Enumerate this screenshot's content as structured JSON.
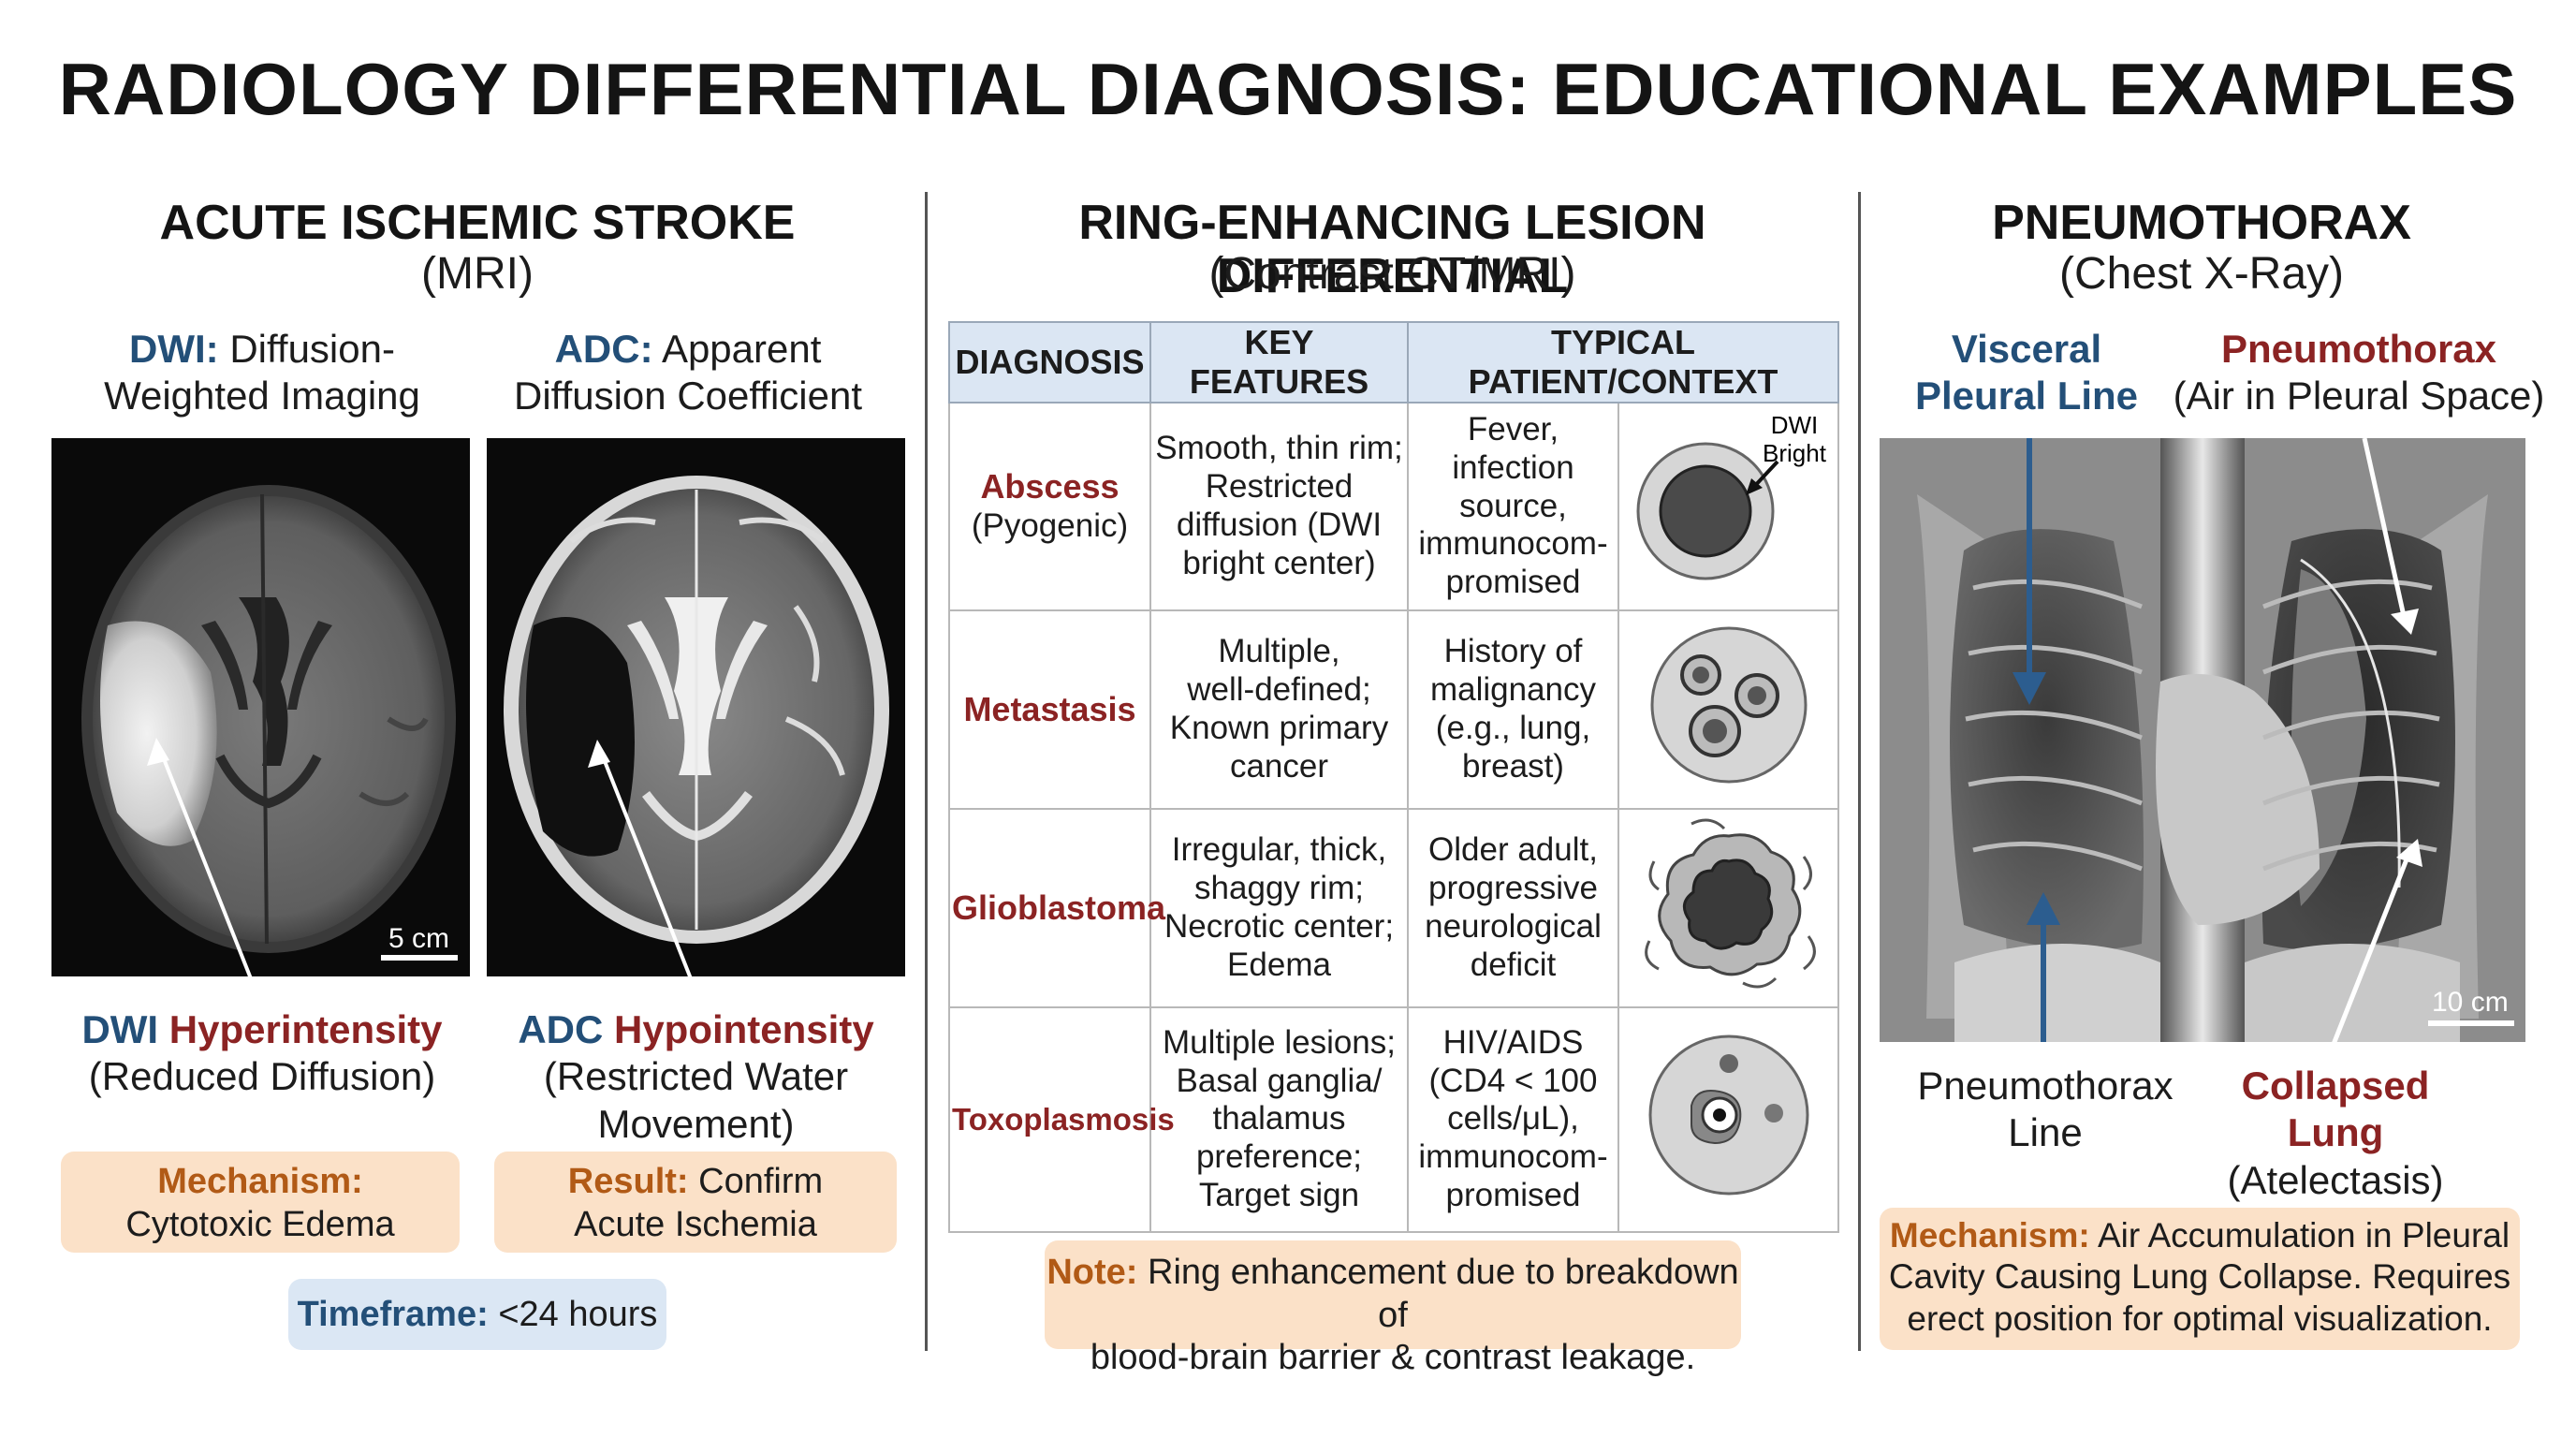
{
  "title": "RADIOLOGY DIFFERENTIAL DIAGNOSIS: EDUCATIONAL EXAMPLES",
  "stroke": {
    "title": "ACUTE ISCHEMIC STROKE",
    "subtitle": "(MRI)",
    "dwi_label_prefix": "DWI:",
    "dwi_label_line1": "Diffusion-",
    "dwi_label_line2": "Weighted Imaging",
    "adc_label_prefix": "ADC:",
    "adc_label_line1": "Apparent",
    "adc_label_line2": "Diffusion Coefficient",
    "scale": "5 cm",
    "dwi_finding_a": "DWI",
    "dwi_finding_b": "Hyperintensity",
    "dwi_finding_sub": "(Reduced Diffusion)",
    "adc_finding_a": "ADC",
    "adc_finding_b": "Hypointensity",
    "adc_finding_sub1": "(Restricted Water",
    "adc_finding_sub2": "Movement)",
    "mechanism_label": "Mechanism:",
    "mechanism_text": "Cytotoxic Edema",
    "result_label": "Result:",
    "result_text1": "Confirm",
    "result_text2": "Acute Ischemia",
    "timeframe_label": "Timeframe:",
    "timeframe_text": "<24 hours"
  },
  "ring": {
    "title": "RING-ENHANCING LESION DIFFERENTIAL",
    "subtitle": "(Contrast CT/MRI)",
    "headers": [
      "DIAGNOSIS",
      "KEY FEATURES",
      "TYPICAL PATIENT/CONTEXT"
    ],
    "rows": [
      {
        "name": "Abscess",
        "sub": "(Pyogenic)",
        "features": [
          "Smooth, thin rim;",
          "Restricted",
          "diffusion (DWI",
          "bright center)"
        ],
        "context": [
          "Fever, infection",
          "source,",
          "immunocom-",
          "promised"
        ],
        "icon_note": [
          "DWI",
          "Bright"
        ]
      },
      {
        "name": "Metastasis",
        "sub": "",
        "features": [
          "Multiple,",
          "well-defined;",
          "Known primary",
          "cancer"
        ],
        "context": [
          "History of",
          "malignancy",
          "(e.g., lung,",
          "breast)"
        ]
      },
      {
        "name": "Glioblastoma",
        "sub": "",
        "features": [
          "Irregular, thick,",
          "shaggy rim;",
          "Necrotic center;",
          "Edema"
        ],
        "context": [
          "Older adult,",
          "progressive",
          "neurological",
          "deficit"
        ]
      },
      {
        "name": "Toxoplasmosis",
        "sub": "",
        "features": [
          "Multiple lesions;",
          "Basal ganglia/",
          "thalamus",
          "preference;",
          "Target sign"
        ],
        "context": [
          "HIV/AIDS",
          "(CD4 < 100",
          "cells/μL),",
          "immunocom-",
          "promised"
        ]
      }
    ],
    "note_label": "Note:",
    "note_text1": "Ring enhancement due to breakdown of",
    "note_text2": "blood-brain barrier & contrast leakage."
  },
  "pneumo": {
    "title": "PNEUMOTHORAX",
    "subtitle": "(Chest X-Ray)",
    "visceral1": "Visceral",
    "visceral2": "Pleural Line",
    "pneumo_label": "Pneumothorax",
    "pneumo_sub": "(Air in Pleural Space)",
    "scale": "10 cm",
    "line_label1": "Pneumothorax",
    "line_label2": "Line",
    "collapsed": "Collapsed Lung",
    "collapsed_sub": "(Atelectasis)",
    "mechanism_label": "Mechanism:",
    "mechanism_text1": "Air Accumulation in Pleural",
    "mechanism_text2": "Cavity Causing Lung Collapse. Requires",
    "mechanism_text3": "erect position for optimal visualization."
  }
}
